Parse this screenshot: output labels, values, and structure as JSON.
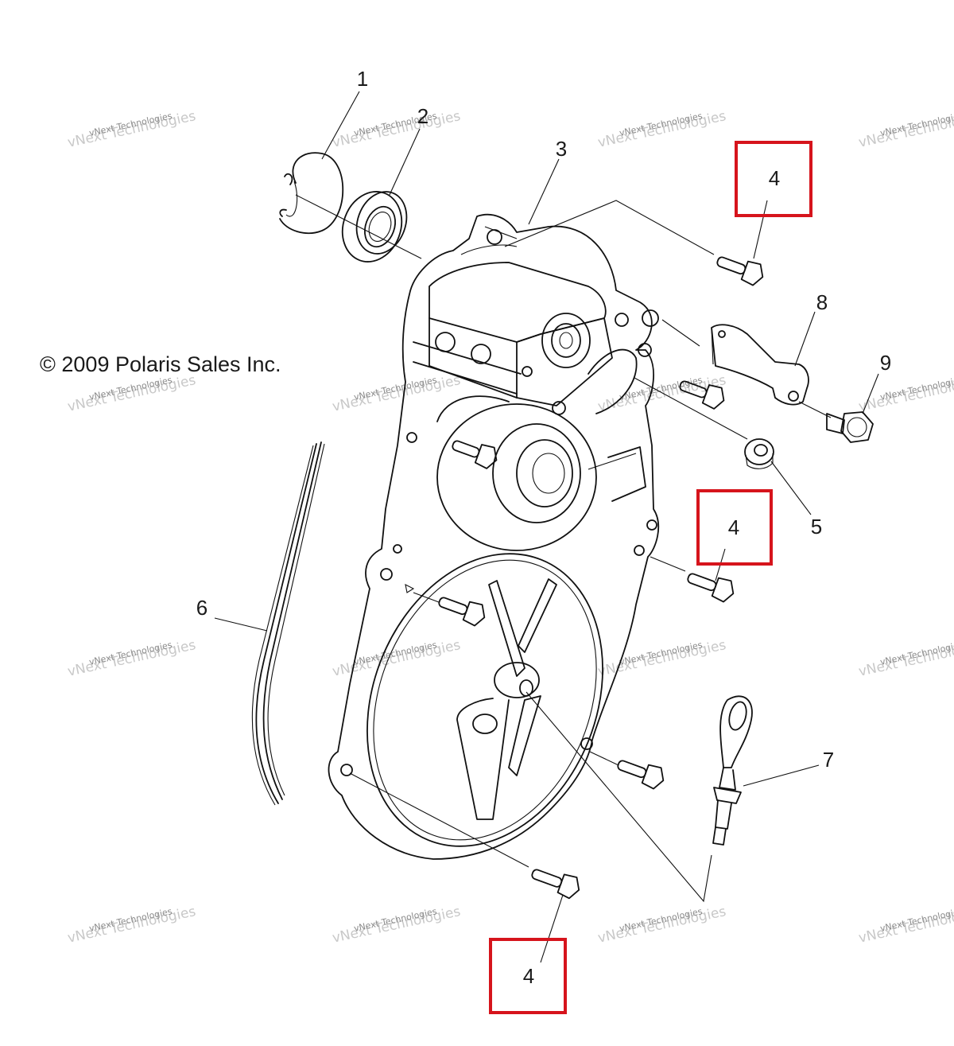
{
  "copyright": "© 2009 Polaris Sales Inc.",
  "watermark": {
    "line1": "vNext Technologies",
    "line2": "vNext Technologies"
  },
  "callouts": {
    "c1": "1",
    "c2": "2",
    "c3": "3",
    "c4a": "4",
    "c4b": "4",
    "c4c": "4",
    "c5": "5",
    "c6": "6",
    "c7": "7",
    "c8": "8",
    "c9": "9"
  },
  "colors": {
    "highlight": "#d6141c",
    "linework": "#111111",
    "watermark": "#c8c8c8"
  }
}
